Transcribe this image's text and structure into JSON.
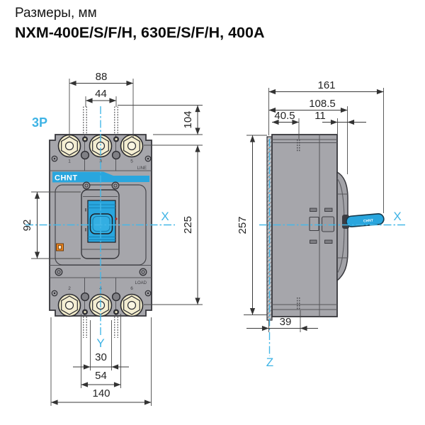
{
  "title": "Размеры, мм",
  "subtitle": "NXM-400E/S/F/H, 630E/S/F/H, 400A",
  "front": {
    "pole_label": "3P",
    "brand": "CHNT",
    "line_label": "LINE",
    "load_label": "LOAD",
    "terminals_top": [
      "1",
      "3",
      "5"
    ],
    "terminals_bottom": [
      "2",
      "4",
      "6"
    ],
    "axis_x": "X",
    "axis_y": "Y",
    "dims": {
      "terminal_span": "88",
      "stud_span": "44",
      "stud_height": "104",
      "window_height": "92",
      "terminal_pitch": "225",
      "slot_width": "30",
      "inner_width": "54",
      "total_width": "140"
    }
  },
  "side": {
    "handle_brand": "CHNT",
    "axis_x": "X",
    "axis_z": "Z",
    "dims": {
      "total_depth": "161",
      "body_depth": "108.5",
      "back_depth": "40.5",
      "front_step": "11",
      "total_height": "257",
      "mount_depth": "39"
    }
  },
  "colors": {
    "accent_blue": "#29a6de",
    "knob_blue": "#33aee2",
    "axis_blue": "#45b8e8",
    "body_gray": "#a6a6ab",
    "panel_gray": "#a2a2a7",
    "terminal_cream": "#f2ecca",
    "indicator_orange": "#e8821e",
    "line_dark": "#3a3a3e"
  }
}
